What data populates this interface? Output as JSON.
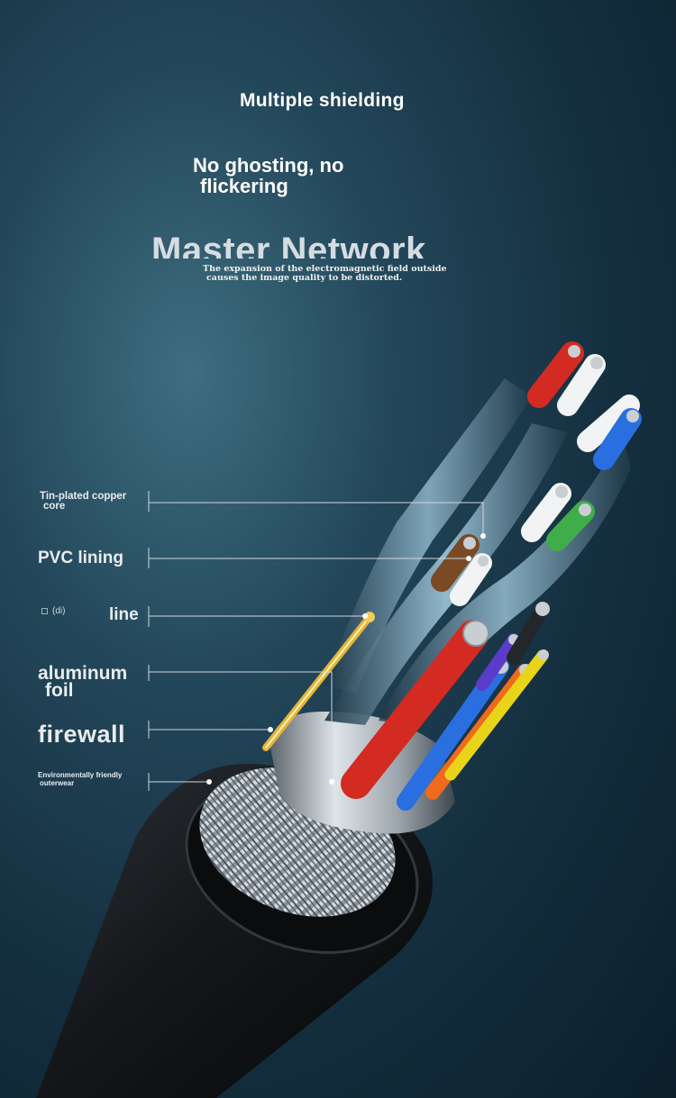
{
  "headline_top": "Multiple shielding",
  "headline_mid": {
    "line1": "No ghosting, no",
    "line2": "flickering"
  },
  "brand_title": "Master Network",
  "subtitle": {
    "line1": "The expansion of the electromagnetic field outside",
    "line2": "causes the image quality to be distorted."
  },
  "callouts": {
    "tin_copper": {
      "line1": "Tin-plated copper",
      "line2": "core"
    },
    "pvc": "PVC lining",
    "di_note": "(di)",
    "line": "line",
    "aluminum": {
      "line1": "aluminum",
      "line2": "foil"
    },
    "firewall": "firewall",
    "outer": {
      "line1": "Environmentally friendly",
      "line2": "outerwear"
    }
  },
  "colors": {
    "background_dark": "#0b1f2b",
    "background_light": "#3e6e80",
    "text": "#ffffff",
    "wire_red": "#d32a22",
    "wire_blue": "#2a6fe0",
    "wire_orange": "#ef6a1c",
    "wire_yellow": "#e8d51a",
    "wire_green": "#3fae4a",
    "wire_brown": "#7a4a24",
    "wire_purple": "#5b3bc9",
    "jacket": "#121518"
  }
}
